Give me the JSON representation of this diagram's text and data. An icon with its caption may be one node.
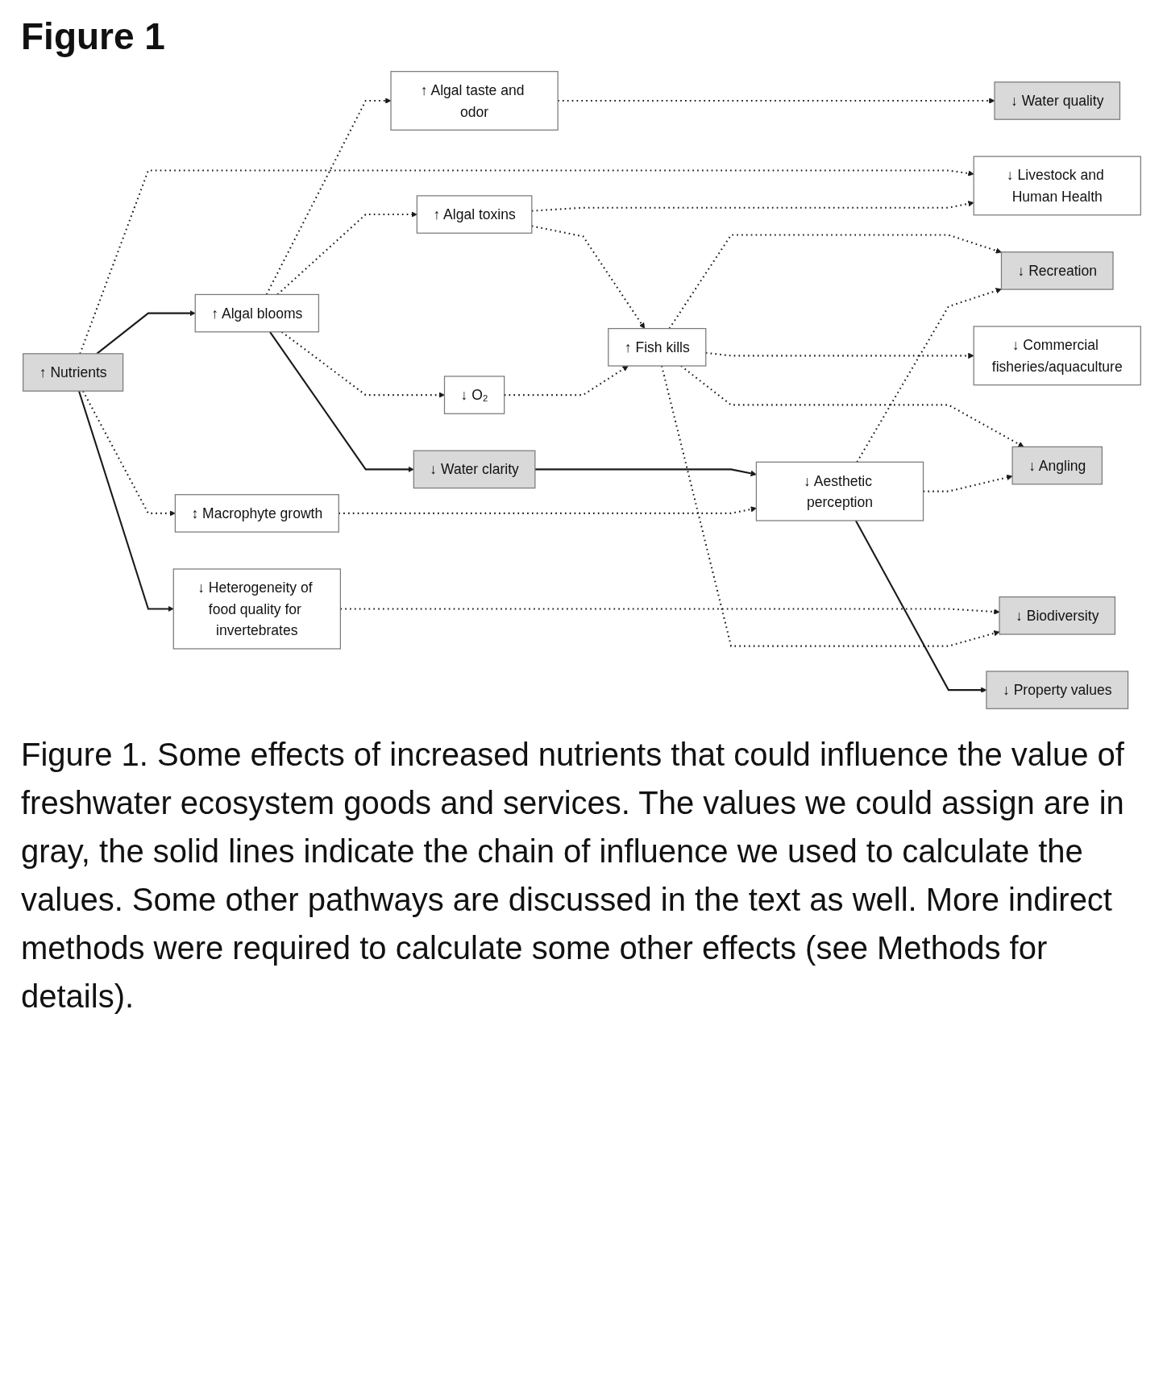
{
  "diagram": {
    "title": "Figure 1",
    "caption": "Figure 1. Some effects of increased nutrients that could influence the value of freshwater ecosystem goods and services. The values we could assign are in gray, the solid lines indicate the chain of influence we used to calculate the values. Some other pathways are discussed in the text as well. More indirect methods were required to calculate some other effects (see Methods for details).",
    "nodes": [
      {
        "text": [
          "↑ Nutrients"
        ]
      },
      {
        "text": [
          "↑ Algal blooms"
        ]
      },
      {
        "text": [
          "↓ Heterogeneity of food quality for invertebrates"
        ]
      },
      {
        "text": [
          "↑ Algal taste and odor"
        ]
      },
      {
        "text": [
          "↑ Algal toxins"
        ]
      },
      {
        "text": [
          "↓ O₂"
        ]
      },
      {
        "text": [
          "↓ Water clarity"
        ]
      },
      {
        "text": [
          "↑ Fish kills"
        ]
      },
      {
        "text": [
          "↓ Aesthetic perception"
        ]
      },
      {
        "text": [
          "↓ Livestock and Human Health"
        ]
      },
      {
        "text": [
          "↓ Water quality"
        ]
      },
      {
        "text": [
          "↓ Recreation"
        ]
      },
      {
        "text": [
          "↓ Commercial fisheries/aquaculture"
        ]
      },
      {
        "text": [
          "↓ Angling"
        ]
      },
      {
        "text": [
          "↓ Biodiversity"
        ]
      },
      {
        "text": [
          "↓ Property values"
        ]
      },
      {
        "text": [
          "↕ Macrophyte growth"
        ]
      }
    ],
    "edges": [
      {
        "from": 0,
        "to": 1,
        "arrow": "to"
      },
      {
        "from": 0,
        "to": 2,
        "arrow": "to"
      },
      {
        "from": 0,
        "to": 9,
        "arrow": "to",
        "style": "dashed"
      },
      {
        "from": 0,
        "to": 16,
        "arrow": "to",
        "style": "dashed"
      },
      {
        "from": 1,
        "to": 3,
        "arrow": "to",
        "style": "dashed"
      },
      {
        "from": 1,
        "to": 4,
        "arrow": "to",
        "style": "dashed"
      },
      {
        "from": 1,
        "to": 5,
        "arrow": "to",
        "style": "dashed"
      },
      {
        "from": 1,
        "to": 6,
        "arrow": "to"
      },
      {
        "from": 3,
        "to": 10,
        "arrow": "to",
        "style": "dashed"
      },
      {
        "from": 4,
        "to": 9,
        "arrow": "to",
        "style": "dashed"
      },
      {
        "from": 4,
        "to": 7,
        "arrow": "to",
        "style": "dashed"
      },
      {
        "from": 5,
        "to": 7,
        "arrow": "to",
        "style": "dashed"
      },
      {
        "from": 6,
        "to": 8,
        "arrow": "to"
      },
      {
        "from": 2,
        "to": 14,
        "arrow": "to",
        "style": "dashed"
      },
      {
        "from": 7,
        "to": 11,
        "arrow": "to",
        "style": "dashed"
      },
      {
        "from": 7,
        "to": 12,
        "arrow": "to",
        "style": "dashed"
      },
      {
        "from": 7,
        "to": 13,
        "arrow": "to",
        "style": "dashed"
      },
      {
        "from": 7,
        "to": 14,
        "arrow": "to",
        "style": "dashed"
      },
      {
        "from": 8,
        "to": 11,
        "arrow": "to",
        "style": "dashed"
      },
      {
        "from": 8,
        "to": 13,
        "arrow": "to",
        "style": "dashed"
      },
      {
        "from": 8,
        "to": 15,
        "arrow": "to"
      },
      {
        "from": 16,
        "to": 8,
        "arrow": "to",
        "style": "dashed"
      }
    ]
  }
}
